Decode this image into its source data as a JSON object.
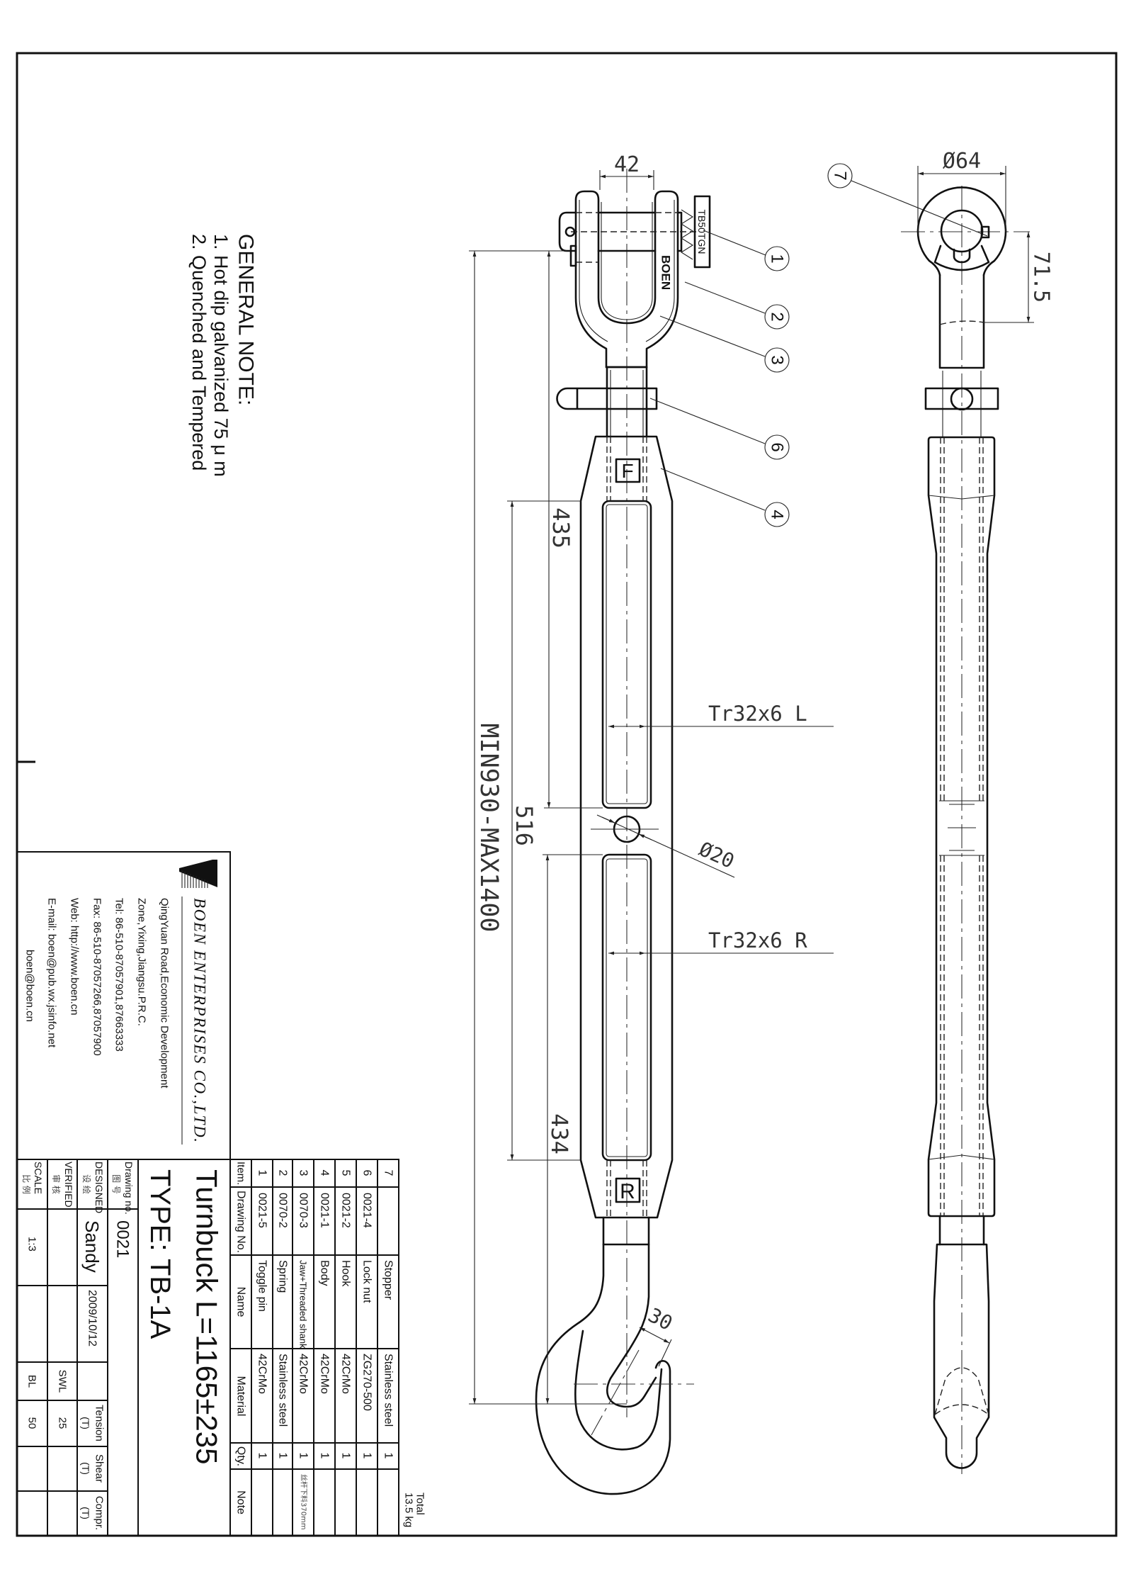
{
  "general_note": {
    "title": "GENERAL NOTE:",
    "items": [
      "1. Hot dip galvanized   75 μ m",
      "2. Quenched and Tempered"
    ]
  },
  "drawing": {
    "dimensions": {
      "jaw_width": "42",
      "eye_diameter": "Ø64",
      "eye_offset": "71.5",
      "upper_length": "435",
      "body_window": "516",
      "lower_length": "434",
      "overall_length": "MIN930-MAX1400",
      "thread_left": "Tr32x6 L",
      "thread_right": "Tr32x6 R",
      "hole_diameter": "Ø20",
      "hook_throat": "30"
    },
    "balloons": [
      "1",
      "2",
      "3",
      "6",
      "4",
      "7"
    ],
    "tag_text": "TB50TGN",
    "brand_mark": "BOEN",
    "body_marks": {
      "left": "F",
      "right": "R"
    }
  },
  "company": {
    "name": "BOEN ENTERPRISES CO.,LTD.",
    "address_lines": [
      "QingYuan  Road,Economic  Development",
      "Zone,Yixing,Jiangsu.P.R.C.",
      "Tel:  86-510-87057901,87663333",
      "Fax:  86-510-87057266,87057900",
      "Web:  http://www.boen.cn",
      "E-mail:  boen@pub.wx.jsinfo.net",
      "boen@boen.cn"
    ]
  },
  "parts_table": {
    "headers": [
      "Item.",
      "Drawing  No.",
      "Name",
      "Material",
      "Qty.",
      "Note"
    ],
    "rows": [
      {
        "item": "1",
        "drawing_no": "0021-5",
        "name": "Toggle  pin",
        "material": "42CrMo",
        "qty": "1",
        "note": ""
      },
      {
        "item": "2",
        "drawing_no": "0070-2",
        "name": "Spring",
        "material": "Stainless  steel",
        "qty": "1",
        "note": ""
      },
      {
        "item": "3",
        "drawing_no": "0070-3",
        "name": "Jaw+Threaded  shank",
        "material": "42CrMo",
        "qty": "1",
        "note": "丝杆下料370mm"
      },
      {
        "item": "4",
        "drawing_no": "0021-1",
        "name": "Body",
        "material": "42CrMo",
        "qty": "1",
        "note": ""
      },
      {
        "item": "5",
        "drawing_no": "0021-2",
        "name": "Hook",
        "material": "42CrMo",
        "qty": "1",
        "note": ""
      },
      {
        "item": "6",
        "drawing_no": "0021-4",
        "name": "Lock  nut",
        "material": "ZG270-500",
        "qty": "1",
        "note": ""
      },
      {
        "item": "7",
        "drawing_no": "",
        "name": "Stopper",
        "material": "Stainless  steel",
        "qty": "1",
        "note": ""
      }
    ],
    "total_label": "Total",
    "total_weight": "13.5  kg"
  },
  "title_block": {
    "title": "Turnbuck  L=1165±235",
    "type": "TYPE:  TB-1A",
    "drawing_no_label": [
      "Drawing no.",
      "图 号"
    ],
    "drawing_no": "0021",
    "designed_label": [
      "DESIGNED",
      "设 绘"
    ],
    "designer": "Sandy",
    "date": "2009/10/12",
    "verified_label": [
      "VERIFIED",
      "审 核"
    ],
    "scale_label": [
      "SCALE",
      "比 例"
    ],
    "scale": "1:3",
    "tension_label": [
      "Tension",
      "(T)"
    ],
    "shear_label": [
      "Shear",
      "(T)"
    ],
    "compr_label": [
      "Compr.",
      "(T)"
    ],
    "swl_label": "SWL",
    "swl_tension": "25",
    "bl_label": "BL",
    "bl_tension": "50"
  }
}
